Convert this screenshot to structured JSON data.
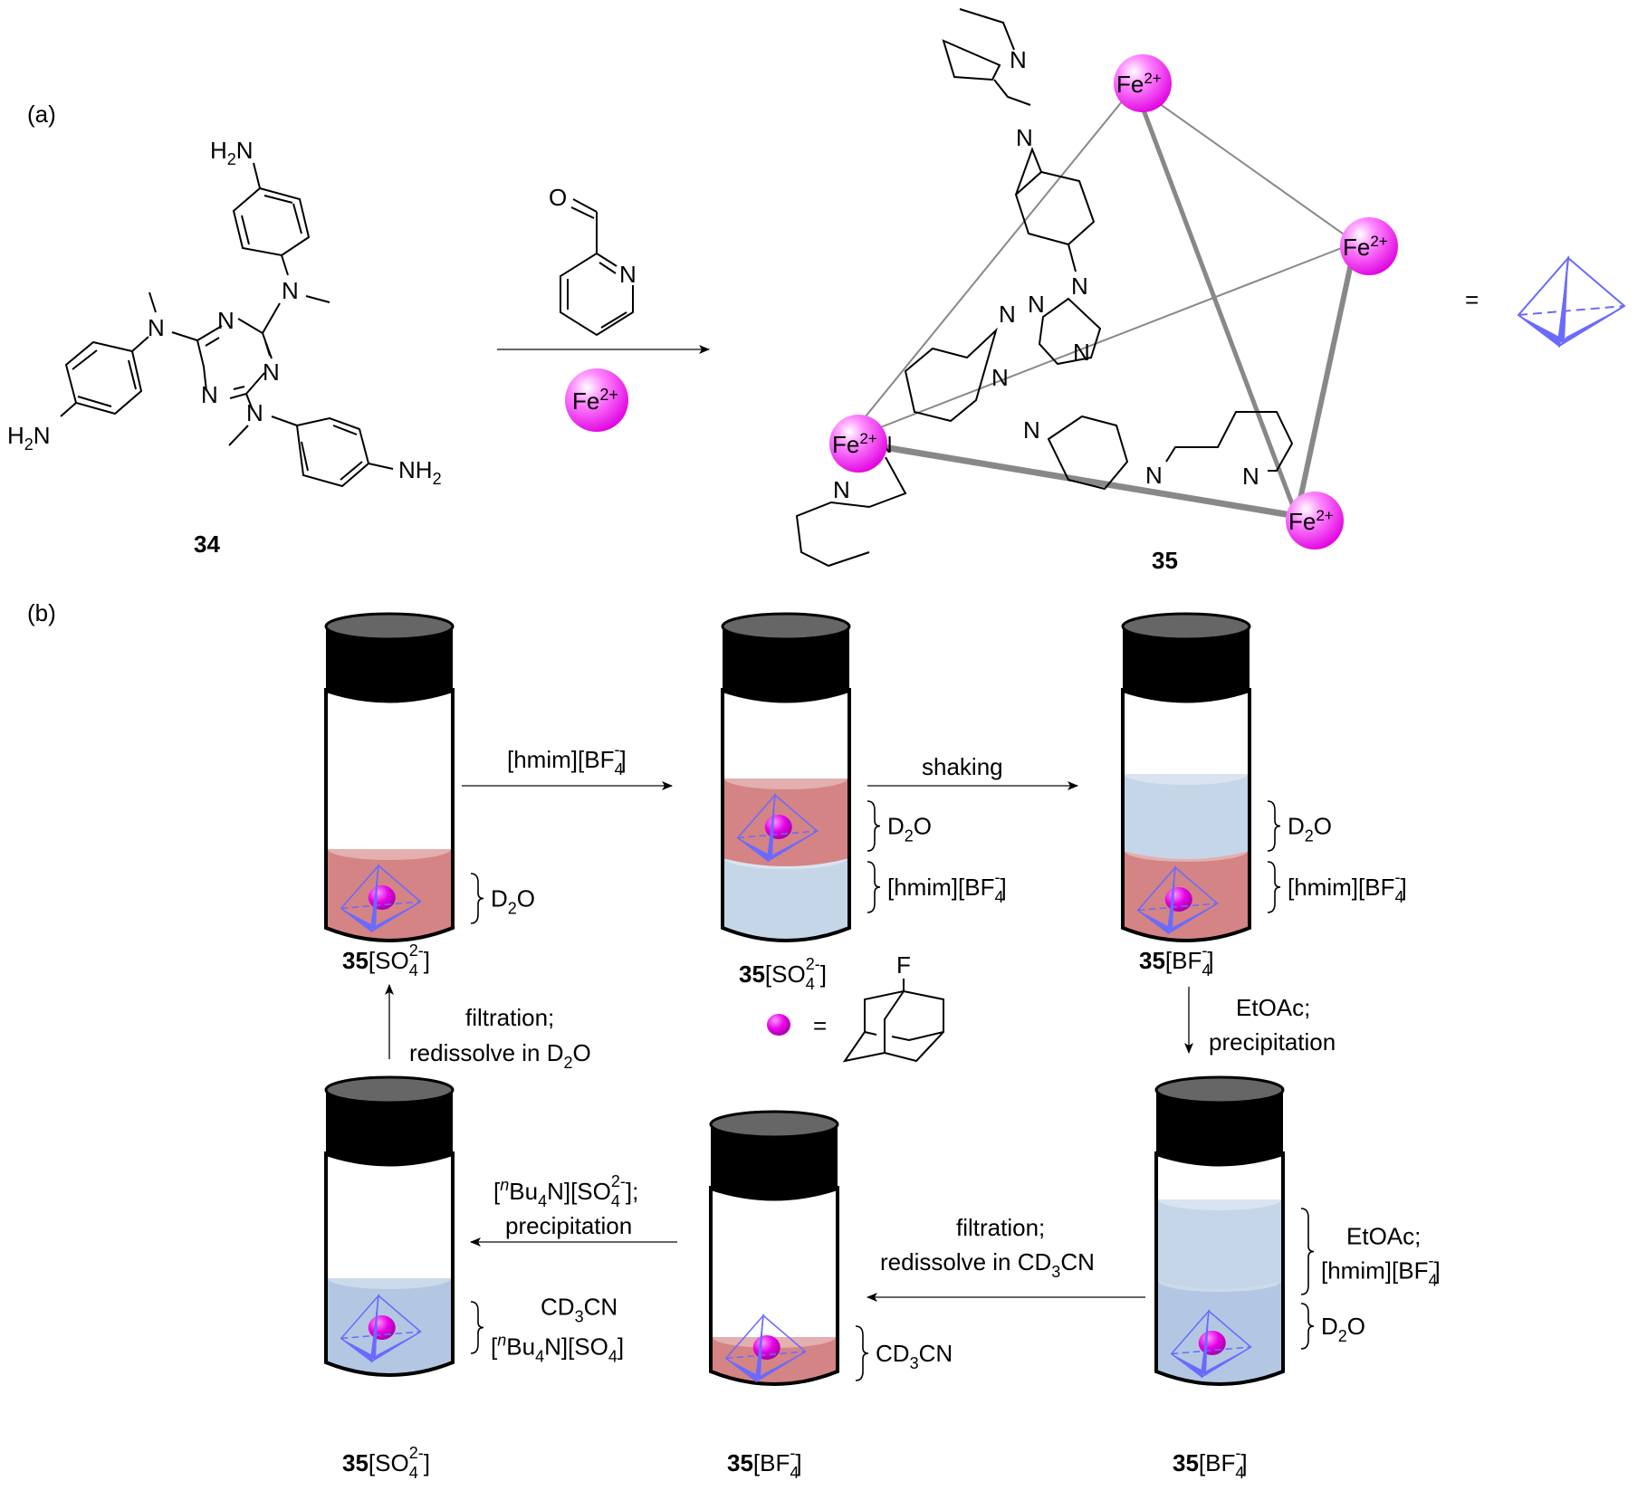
{
  "panel_labels": {
    "a": "(a)",
    "b": "(b)"
  },
  "compounds": {
    "ligand": {
      "label": "34",
      "amine_groups": [
        "H2N",
        "H2N",
        "NH2"
      ],
      "triazine_atoms": [
        "N",
        "N",
        "N"
      ],
      "n_methyl_atoms": [
        "N",
        "N",
        "N"
      ]
    },
    "cage": {
      "label": "35",
      "metal_label": "Fe",
      "metal_charge": "2+",
      "imine_atoms": [
        "N",
        "N",
        "N"
      ],
      "pyridine_atoms": [
        "N",
        "N",
        "N"
      ]
    }
  },
  "reaction_a": {
    "reagent_1": "2-pyridinecarboxaldehyde",
    "reagent_1_atoms": {
      "oxygen": "O",
      "nitrogen": "N"
    },
    "reagent_2": {
      "metal": "Fe",
      "charge": "2+"
    },
    "equals": "="
  },
  "legend": {
    "guest_equals": "=",
    "guest_atom": "F",
    "guest_name": "1-fluoroadamantane"
  },
  "vials": [
    {
      "id": "v1",
      "label_bold": "35",
      "label_anion": "[SO",
      "label_sub": "4",
      "label_sup": "2-",
      "label_close": "]",
      "layers": [
        {
          "name": "D2O",
          "text": "D",
          "sub": "2",
          "tail": "O",
          "color": "#d48484"
        }
      ]
    },
    {
      "id": "v2",
      "label_bold": "35",
      "label_anion": "[SO",
      "label_sub": "4",
      "label_sup": "2-",
      "label_close": "]",
      "layers": [
        {
          "text": "D",
          "sub": "2",
          "tail": "O",
          "color": "#d48484"
        },
        {
          "text": "[hmim][BF",
          "sub": "4",
          "sup": "-",
          "tail": "]",
          "color": "#c5d6e8"
        }
      ]
    },
    {
      "id": "v3",
      "label_bold": "35",
      "label_anion": "[BF",
      "label_sub": "4",
      "label_sup": "-",
      "label_close": "]",
      "layers": [
        {
          "text": "D",
          "sub": "2",
          "tail": "O",
          "color": "#c5d6e8"
        },
        {
          "text": "[hmim][BF",
          "sub": "4",
          "sup": "-",
          "tail": "]",
          "color": "#d48484"
        }
      ]
    },
    {
      "id": "v4",
      "label_bold": "35",
      "label_anion": "[BF",
      "label_sub": "4",
      "label_sup": "-",
      "label_close": "]",
      "layers": [
        {
          "line1": "EtOAc;",
          "text": "[hmim][BF",
          "sub": "4",
          "sup": "-",
          "tail": "]",
          "color": "#c5d6e8"
        },
        {
          "text": "D",
          "sub": "2",
          "tail": "O",
          "color": "#b3c7e2"
        }
      ]
    },
    {
      "id": "v5",
      "label_bold": "35",
      "label_anion": "[BF",
      "label_sub": "4",
      "label_sup": "-",
      "label_close": "]",
      "layers": [
        {
          "text": "CD",
          "sub": "3",
          "tail": "CN",
          "color": "#d48484"
        }
      ]
    },
    {
      "id": "v6",
      "label_bold": "35",
      "label_anion": "[SO",
      "label_sub": "4",
      "label_sup": "2-",
      "label_close": "]",
      "layers": [
        {
          "line1a": "CD",
          "line1sub": "3",
          "line1b": "CN",
          "text": "[",
          "sup_n": "n",
          "text2": "Bu",
          "sub": "4",
          "tail": "N][SO",
          "sub2": "4",
          "tail2": "]",
          "color": "#b3c7e2"
        }
      ]
    }
  ],
  "steps": [
    {
      "from": "v1",
      "to": "v2",
      "line1": "[hmim][BF",
      "sub": "4",
      "sup": "-",
      "tail": "]"
    },
    {
      "from": "v2",
      "to": "v3",
      "line1": "shaking"
    },
    {
      "from": "v3",
      "to": "v4",
      "line1": "EtOAc;",
      "line2": "precipitation"
    },
    {
      "from": "v4",
      "to": "v5",
      "line1": "filtration;",
      "line2a": "redissolve in CD",
      "line2sub": "3",
      "line2b": "CN"
    },
    {
      "from": "v5",
      "to": "v6",
      "line1a": "[",
      "line1n": "n",
      "line1b": "Bu",
      "line1sub": "4",
      "line1c": "N][SO",
      "line1sub2": "4",
      "line1sup": "2-",
      "line1d": "];",
      "line2": "precipitation"
    },
    {
      "from": "v6",
      "to": "v1",
      "line1": "filtration;",
      "line2a": "redissolve in D",
      "line2sub": "2",
      "line2b": "O"
    }
  ],
  "colors": {
    "fe_sphere": "#ff33ff",
    "cage_icon": "#6a6aff",
    "guest": "#e000e0",
    "pink_solution": "#d48484",
    "blue_solution": "#c5d6e8",
    "cap": "#000000",
    "cap_top": "#666666"
  }
}
